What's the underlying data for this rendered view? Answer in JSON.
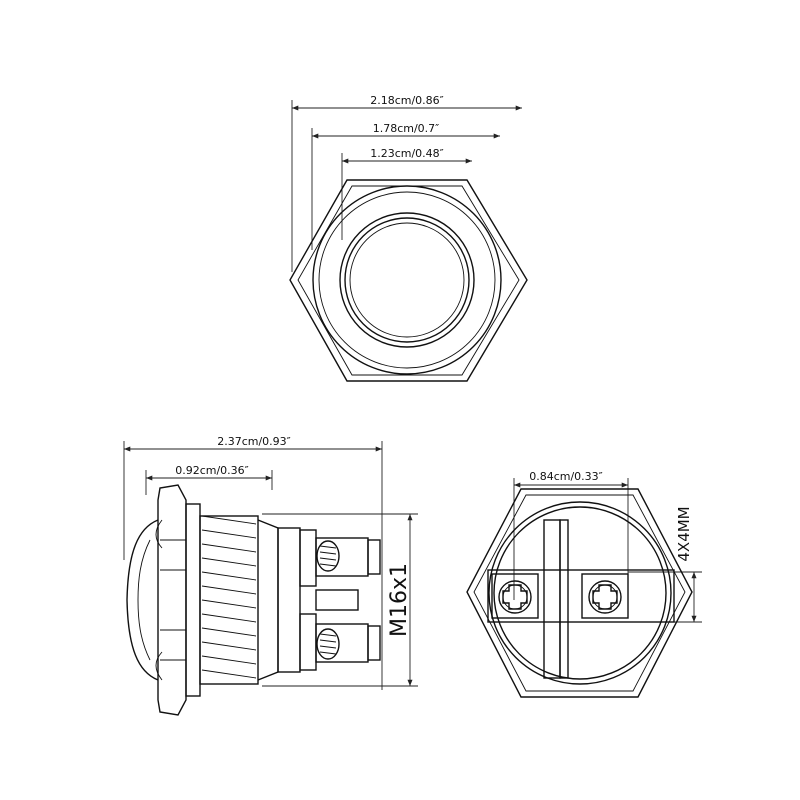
{
  "top_view": {
    "dim_outer": "2.18cm/0.86″",
    "dim_mid": "1.78cm/0.7″",
    "dim_inner": "1.23cm/0.48″"
  },
  "side_view": {
    "dim_length": "2.37cm/0.93″",
    "dim_head": "0.92cm/0.36″",
    "thread_label": "M16x1"
  },
  "back_view": {
    "dim_terminal_spacing": "0.84cm/0.33″",
    "screw_label": "4X4MM"
  }
}
